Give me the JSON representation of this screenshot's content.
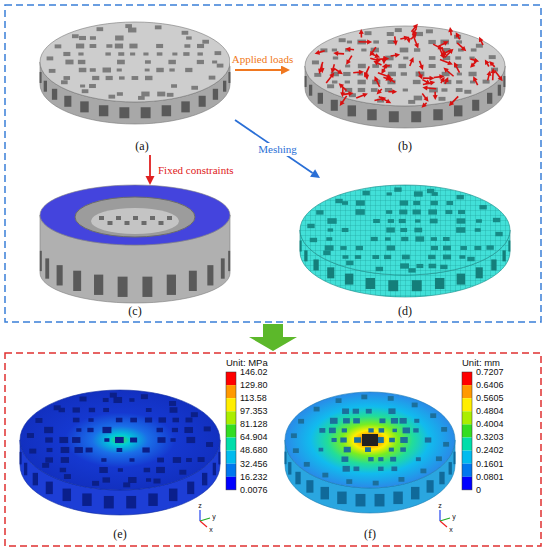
{
  "diagram": {
    "nodes": [
      {
        "text": [
          "(a)"
        ]
      },
      {
        "text": [
          "(b)"
        ]
      },
      {
        "text": [
          "(c)"
        ]
      },
      {
        "text": [
          "(d)"
        ]
      }
    ],
    "edges": [
      {
        "from": 0,
        "to": 1,
        "arrow": "to",
        "label": "Applied loads"
      },
      {
        "from": 0,
        "to": 2,
        "arrow": "to",
        "label": "Fixed constraints"
      },
      {
        "from": 0,
        "to": 3,
        "arrow": "to",
        "label": "Meshing"
      }
    ],
    "labels": [
      "Unit: MPa",
      "146.02",
      "129.80",
      "113.58",
      "97.353",
      "81.128",
      "64.904",
      "48.680",
      "32.456",
      "16.232",
      "0.0076",
      "z",
      "y",
      "x",
      "(e)",
      "Unit: mm",
      "0.7207",
      "0.6406",
      "0.5605",
      "0.4804",
      "0.4004",
      "0.3203",
      "0.2402",
      "0.1601",
      "0.0801",
      "0",
      "z",
      "y",
      "x",
      "(f)"
    ]
  }
}
